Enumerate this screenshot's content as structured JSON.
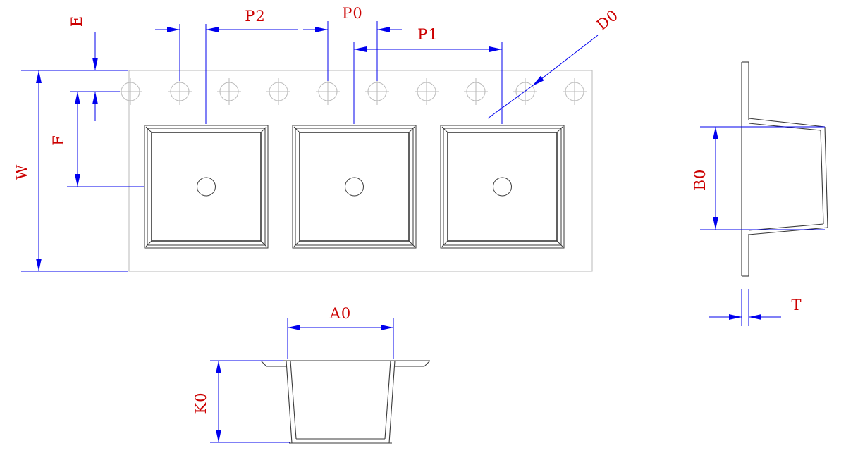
{
  "drawing": {
    "views": {
      "tape_top": {
        "pockets": 3,
        "sprocket_holes": 10
      },
      "pocket_front_section": {
        "dimensions_shown": [
          "A0",
          "K0"
        ]
      },
      "pocket_side_section": {
        "dimensions_shown": [
          "B0",
          "T"
        ]
      }
    },
    "labels": {
      "E": "E",
      "W": "W",
      "F": "F",
      "P2": "P2",
      "P0": "P0",
      "P1": "P1",
      "D0": "D0",
      "A0": "A0",
      "K0": "K0",
      "B0": "B0",
      "T": "T"
    },
    "colors": {
      "dimension_line": "#0000ee",
      "label_text": "#cc0000",
      "tape_outline": "#b8b8b8",
      "part_outline": "#3a3a3a"
    }
  }
}
